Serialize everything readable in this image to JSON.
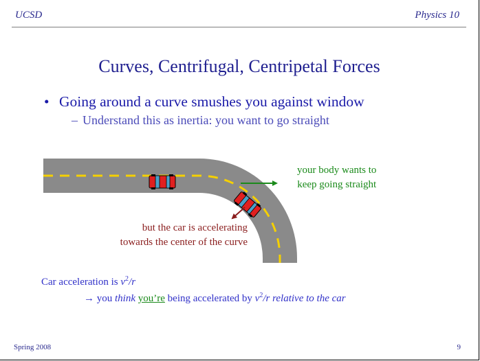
{
  "header": {
    "left": "UCSD",
    "right": "Physics 10"
  },
  "title": "Curves, Centrifugal, Centripetal Forces",
  "bullet": {
    "symbol": "•",
    "text": "Going around a curve smushes you against window",
    "sub": {
      "symbol": "–",
      "text": "Understand this as inertia: you want to go straight"
    }
  },
  "figure": {
    "green_note": [
      "your body wants to",
      "keep going straight"
    ],
    "red_note": [
      "but the car is accelerating",
      "towards the center of the curve"
    ],
    "colors": {
      "road": "#8a8a8a",
      "lane_line": "#f5d000",
      "car": "#e02020",
      "green_arrow": "#1a8a1a",
      "red_arrow": "#8a1d1d"
    }
  },
  "acceleration": {
    "line1_prefix": "Car acceleration is ",
    "v": "v",
    "sq": "2",
    "slash_r": "/r",
    "arrow": "→",
    "line2_you": " you ",
    "think": "think",
    "youre": "you’re",
    "line2_mid": " being accelerated by ",
    "relative": " relative to the car"
  },
  "footer": {
    "left": "Spring 2008",
    "right": "9"
  }
}
